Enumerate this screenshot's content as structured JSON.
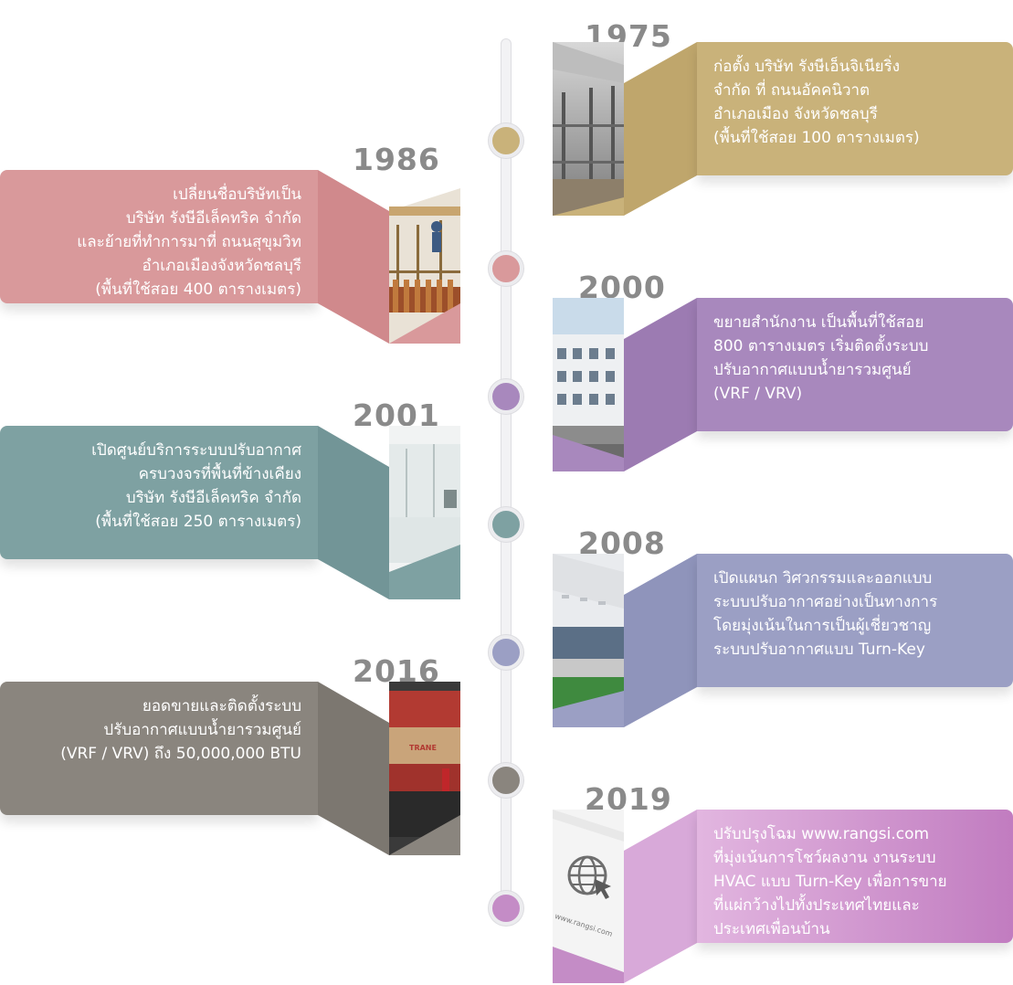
{
  "colors": {
    "1975": "#c9b27a",
    "1986": "#d9999b",
    "2000": "#a888bd",
    "2001": "#7ea1a2",
    "2008": "#9b9fc4",
    "2016": "#8a857e",
    "2019": "#c48cc6"
  },
  "milestones": [
    {
      "year": "1975",
      "side": "right",
      "text": "ก่อตั้ง บริษัท รังษีเอ็นจิเนียริ่ง\nจำกัด ที่ ถนนอัคคนิวาต\nอำเภอเมือง จังหวัดชลบุรี\n(พื้นที่ใช้สอย 100 ตารางเมตร)",
      "icon": "construction-site-photo"
    },
    {
      "year": "1986",
      "side": "left",
      "text": "เปลี่ยนชื่อบริษัทเป็น\nบริษัท รังษีอีเล็คทริค จำกัด\nและย้ายที่ทำการมาที่ ถนนสุขุมวิท\nอำเภอเมืองจังหวัดชลบุรี\n(พื้นที่ใช้สอย 400 ตารางเมตร)",
      "icon": "installation-photo"
    },
    {
      "year": "2000",
      "side": "right",
      "text": "ขยายสำนักงาน เป็นพื้นที่ใช้สอย\n800 ตารางเมตร เริ่มติดตั้งระบบ\nปรับอากาศแบบน้ำยารวมศูนย์\n(VRF / VRV)",
      "icon": "office-building-photo"
    },
    {
      "year": "2001",
      "side": "left",
      "text": "เปิดศูนย์บริการระบบปรับอากาศ\nครบวงจรที่พื้นที่ข้างเคียง\nบริษัท รังษีอีเล็คทริค จำกัด\n(พื้นที่ใช้สอย 250 ตารางเมตร)",
      "icon": "service-center-photo"
    },
    {
      "year": "2008",
      "side": "right",
      "text": "เปิดแผนก วิศวกรรมและออกแบบ\nระบบปรับอากาศอย่างเป็นทางการ\nโดยมุ่งเน้นในการเป็นผู้เชี่ยวชาญ\nระบบปรับอากาศแบบ Turn-Key",
      "icon": "engineering-office-photo"
    },
    {
      "year": "2016",
      "side": "left",
      "text": "ยอดขายและติดตั้งระบบ\nปรับอากาศแบบน้ำยารวมศูนย์\n(VRF / VRV) ถึง 50,000,000 BTU",
      "icon": "warehouse-boxes-photo"
    },
    {
      "year": "2019",
      "side": "right",
      "text": "ปรับปรุงโฉม www.rangsi.com\nที่มุ่งเน้นการโชว์ผลงาน งานระบบ\nHVAC แบบ Turn-Key เพื่อการขาย\nที่แผ่กว้างไปทั้งประเทศไทยและ\nประเทศเพื่อนบ้าน",
      "icon": "globe-cursor-icon"
    }
  ],
  "website_caption": "www.rangsi.com",
  "trane_label": "TRANE"
}
